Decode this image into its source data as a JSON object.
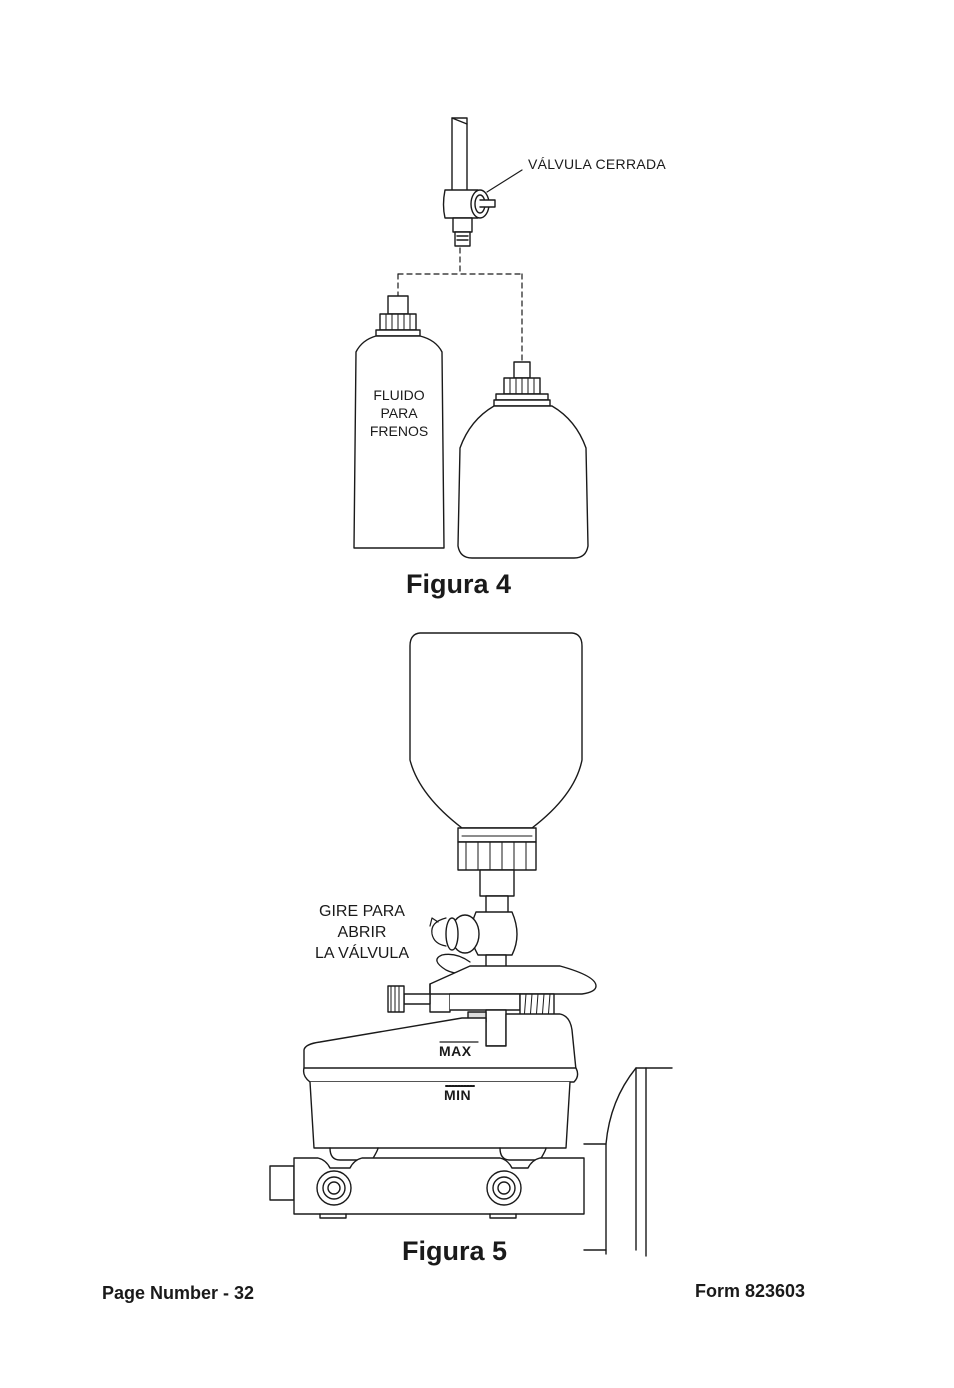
{
  "figure4": {
    "title": "Figura 4",
    "valve_label": "VÁLVULA CERRADA",
    "bottle_label_lines": [
      "FLUIDO",
      "PARA",
      "FRENOS"
    ]
  },
  "figure5": {
    "title": "Figura 5",
    "instruction_lines": [
      "GIRE PARA",
      "ABRIR",
      "LA VÁLVULA"
    ],
    "level_max": "MAX",
    "level_min": "MIN"
  },
  "footer": {
    "page_number": "Page Number - 32",
    "form": "Form 823603"
  }
}
